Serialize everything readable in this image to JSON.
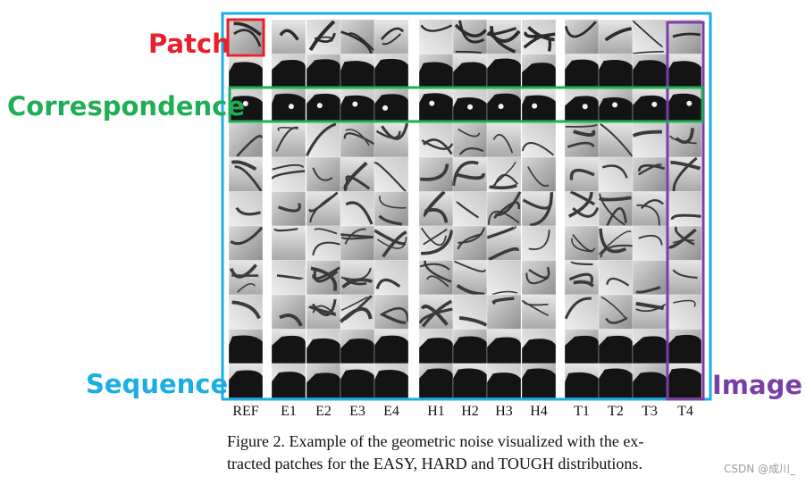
{
  "labels": {
    "patch": "Patch",
    "correspondence": "Correspondence",
    "sequence": "Sequence",
    "image": "Image"
  },
  "colors": {
    "patch": "#e8202a",
    "correspondence": "#1fae55",
    "sequence": "#19aee6",
    "image": "#7a3fa6",
    "column_gap": "#ffffff"
  },
  "columns": [
    "REF",
    "E1",
    "E2",
    "E3",
    "E4",
    "H1",
    "H2",
    "H3",
    "H4",
    "T1",
    "T2",
    "T3",
    "T4"
  ],
  "caption": {
    "line1": "Figure 2. Example of the geometric noise visualized with the ex-",
    "line2": "tracted patches for the EASY, HARD and TOUGH distributions."
  },
  "watermark": "CSDN @成川_"
}
